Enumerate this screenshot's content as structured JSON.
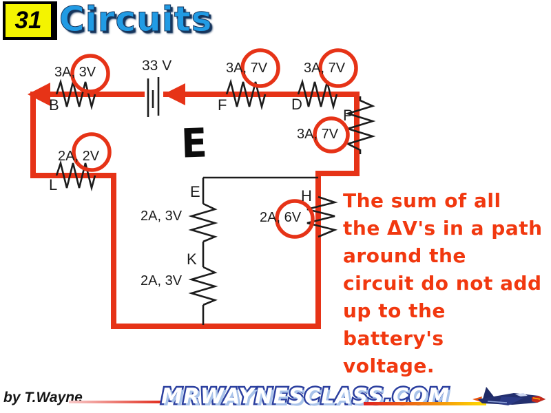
{
  "slide": {
    "number": "31",
    "title": "Circuits",
    "big_letter": "E"
  },
  "circuit": {
    "battery_label": "33 V",
    "resistors": [
      {
        "label": "B",
        "values": "3A, 3V",
        "circled_value": "3V"
      },
      {
        "label": "F",
        "values": "3A, 7V",
        "circled_value": "7V"
      },
      {
        "label": "D",
        "values": "3A, 7V",
        "circled_value": "7V"
      },
      {
        "label": "P",
        "values": "3A, 7V",
        "circled_value": "7V"
      },
      {
        "label": "L",
        "values": "2A, 2V",
        "circled_value": "2V"
      },
      {
        "label": "E",
        "values": "2A, 3V",
        "circled_value": ""
      },
      {
        "label": "K",
        "values": "2A, 3V",
        "circled_value": ""
      },
      {
        "label": "H",
        "values": "2A, 6V",
        "circled_value": "6V"
      }
    ]
  },
  "note": {
    "lines": [
      "The sum of all",
      "the ΔV's in a path",
      "around the",
      "circuit do not add",
      "up to the",
      "battery's",
      "voltage."
    ]
  },
  "footer": {
    "credit": "by T.Wayne",
    "site": "MRWAYNESCLASS.COM"
  },
  "colors": {
    "accent_red": "#e63317",
    "note_red": "#f1380f",
    "title_blue": "#219be4",
    "title_shadow": "#16355c",
    "slide_yellow": "#f4f400",
    "site_outline": "#2b3f9f"
  }
}
